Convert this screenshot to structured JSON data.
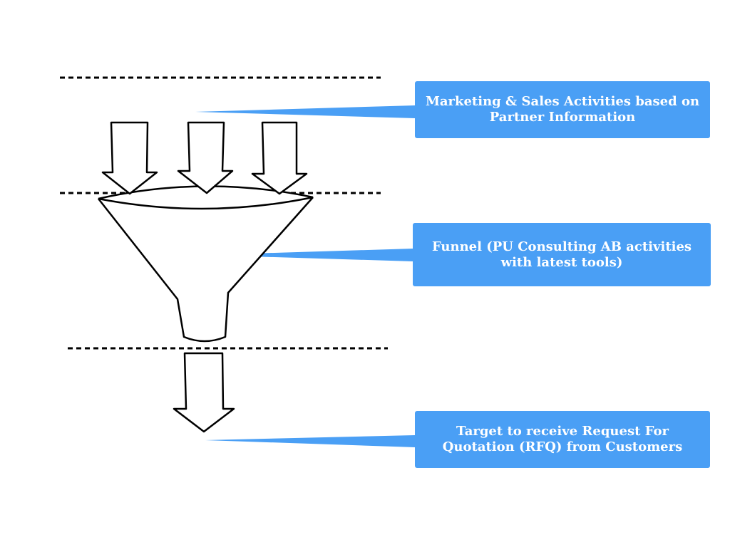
{
  "callouts": [
    {
      "lines": [
        "Marketing & Sales Activities based on",
        "Partner Information"
      ]
    },
    {
      "lines": [
        "Funnel (PU Consulting AB activities",
        "with latest tools)"
      ]
    },
    {
      "lines": [
        "Target to receive Request For",
        "Quotation (RFQ) from Customers"
      ]
    }
  ],
  "colors": {
    "callout_fill": "#4a9ff5",
    "callout_text": "#ffffff",
    "line": "#000000"
  }
}
